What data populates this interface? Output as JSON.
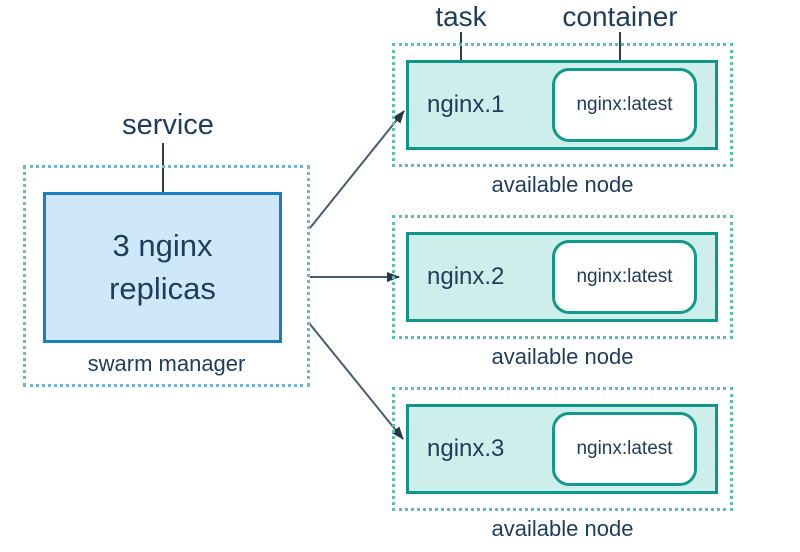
{
  "labels": {
    "service": "service",
    "task": "task",
    "container": "container"
  },
  "manager": {
    "line1": "3 nginx",
    "line2": "replicas",
    "caption": "swarm manager"
  },
  "nodes": [
    {
      "task": "nginx.1",
      "container": "nginx:latest",
      "caption": "available node"
    },
    {
      "task": "nginx.2",
      "container": "nginx:latest",
      "caption": "available node"
    },
    {
      "task": "nginx.3",
      "container": "nginx:latest",
      "caption": "available node"
    }
  ],
  "colors": {
    "text": "#1e3c5c",
    "manager_dash_border": "#74b2d9",
    "manager_box_border": "#1b7cc2",
    "manager_box_fill": "#cfe8f9",
    "node_dash_border": "#58c2ac",
    "node_box_border": "#0e968b",
    "node_box_fill": "#cdeeea",
    "container_pill_fill": "#ffffff",
    "arrow_line": "#4a5c6e",
    "arrow_head": "#24364a",
    "callout_line": "#2b3f52"
  }
}
